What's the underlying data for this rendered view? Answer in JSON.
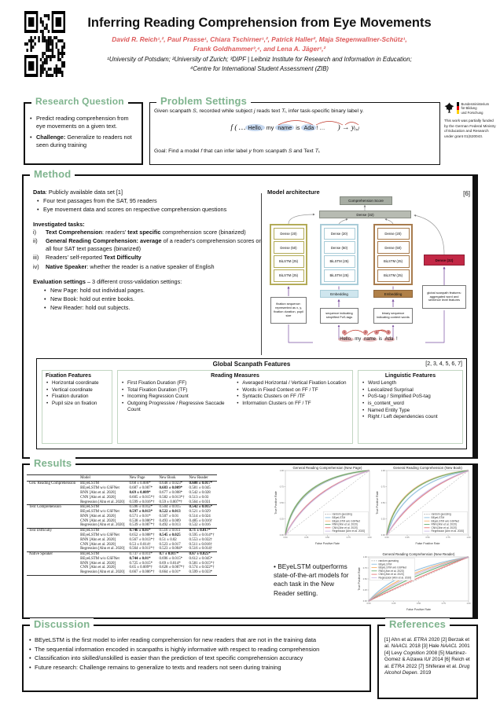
{
  "header": {
    "title": "Inferring Reading Comprehension from Eye Movements",
    "authors_line1": "David R. Reich¹,², Paul Prasse¹, Chiara Tschirner¹,², Patrick Haller², Maja Stegenwallner-Schütz¹,",
    "authors_line2": "Frank Goldhammer³,⁴, and Lena A. Jäger¹,²",
    "affiliations_line1": "¹University of Potsdam; ²University of Zurich; ³DIPF | Leibniz Institute for Research and Information in Education;",
    "affiliations_line2": "⁴Centre for International Student Assessment (ZIB)"
  },
  "research_question": {
    "heading": "Research Question",
    "bullets": [
      [
        {
          "t": "Predict reading comprehension from eye movements on a given text."
        }
      ],
      [
        {
          "t": "Challenge:",
          "b": 1
        },
        {
          "t": " Generalize to readers not seen during training"
        }
      ]
    ]
  },
  "problem_settings": {
    "heading": "Problem Settings",
    "given": [
      {
        "t": "Given scanpath "
      },
      {
        "t": "S",
        "i": 1
      },
      {
        "t": ", recorded while subject "
      },
      {
        "t": "j",
        "i": 1
      },
      {
        "t": " reads text "
      },
      {
        "t": "Tᵢ",
        "i": 1
      },
      {
        "t": ", infer task-specific binary label y."
      }
    ],
    "formula": {
      "pre": "f ( …",
      "w1": "Hello,",
      "mid1": " my ",
      "w2": "name",
      "mid2": " is ",
      "w3": "Ada",
      "tail1": "! …",
      "tail2": ")  →  yᵢ,ⱼ"
    },
    "goal": [
      {
        "t": "Goal: Find a model "
      },
      {
        "t": "f",
        "i": 1
      },
      {
        "t": " that can infer label "
      },
      {
        "t": "y",
        "i": 1
      },
      {
        "t": " from scanpath "
      },
      {
        "t": "S",
        "i": 1
      },
      {
        "t": " and Text "
      },
      {
        "t": "Tᵢ",
        "i": 1
      },
      {
        "t": "."
      }
    ]
  },
  "funding": {
    "ministry": "Bundesministerium\nfür Bildung\nund Forschung",
    "note": "This work was partially funded by the German Federal Ministry of Education and Research under grant 01|S20043."
  },
  "method": {
    "heading": "Method",
    "data_line": [
      {
        "t": "Data",
        "b": 1
      },
      {
        "t": ": Publicly available data set [1]"
      }
    ],
    "data_bullets": [
      "Four text passages from the SAT, 95 readers",
      "Eye movement data and scores on respective comprehension questions"
    ],
    "tasks_label": "Investigated tasks:",
    "tasks": [
      {
        "num": "i)",
        "segs": [
          {
            "t": "Text Comprehension",
            "b": 1
          },
          {
            "t": ": readers' "
          },
          {
            "t": "text specific",
            "b": 1
          },
          {
            "t": " comprehension score (binarized)"
          }
        ]
      },
      {
        "num": "ii)",
        "segs": [
          {
            "t": "General Reading Comprehension: average",
            "b": 1
          },
          {
            "t": " of a reader's comprehension scores on all four SAT text passages (binarized)"
          }
        ]
      },
      {
        "num": "iii)",
        "segs": [
          {
            "t": "Readers' self-reported "
          },
          {
            "t": "Text Difficulty",
            "b": 1
          }
        ]
      },
      {
        "num": "iv)",
        "segs": [
          {
            "t": "Native Speaker",
            "b": 1
          },
          {
            "t": ": whether the reader is a native speaker of English"
          }
        ]
      }
    ],
    "eval_line": [
      {
        "t": "Evaluation settings ",
        "b": 1
      },
      {
        "t": "– 3 different cross-validation settings:"
      }
    ],
    "eval_bullets": [
      "New Page: hold out individual pages.",
      "New Book: hold out entire books.",
      "New Reader: hold out subjects."
    ]
  },
  "arch": {
    "label": "Model architecture",
    "ref": "[6]",
    "comp_score": "Comprehension Score",
    "dense_top": "Dense (32)",
    "stack_layers": [
      "Dense (20)",
      "Dense (50)",
      "BiLSTM (25)",
      "BiLSTM (25)"
    ],
    "embedding": "Embedding",
    "dense_red": "Dense (32)",
    "cap1": "fixation sequence: represented as x, y, fixation duration, pupil size",
    "cap2": "sequence indicating simplified PoS-tags",
    "cap3": "binary sequence indicating content words",
    "cap4": "global scanpath features: aggregated word and sentence level features",
    "sentence_words": [
      {
        "t": "Hello,",
        "h": 1
      },
      {
        "t": " my ",
        "h": 0
      },
      {
        "t": "name",
        "h": 1
      },
      {
        "t": " is ",
        "h": 0
      },
      {
        "t": "Ada",
        "h": 1
      },
      {
        "t": " !",
        "h": 0
      }
    ],
    "fix1": "1",
    "fix2": "2",
    "fix3": "4",
    "fix4": "3"
  },
  "global_features": {
    "title": "Global Scanpath Features",
    "refs": "[2, 3, 4, 5, 6, 7]",
    "fixation": {
      "title": "Fixation Features",
      "items": [
        "Horizontal coordinate",
        "Vertical coordinate",
        "Fixation duration",
        "Pupil size on fixation"
      ]
    },
    "reading": {
      "title": "Reading Measures",
      "col1": [
        "First Fixation Duration (FF)",
        "Total Fixation Duration (TF)",
        "Incoming Regression Count",
        "Outgoing Progressive / Regressive Saccade Count"
      ],
      "col2": [
        "Averaged Horizontal / Vertical Fixation Location",
        "Words in Fixed Context on FF / TF",
        "Syntactic Clusters on FF /TF",
        "Information Clusters on FF / TF"
      ]
    },
    "linguistic": {
      "title": "Linguistic Features",
      "items": [
        "Word Length",
        "Lexicalized Surprisal",
        "PoS-tag / Simplified PoS-tag",
        "is_content_word",
        "Named Entity Type",
        "Right / Left dependencies count"
      ]
    }
  },
  "results": {
    "heading": "Results",
    "note": "BEyeLSTM outperforms state-of-the-art models for each task in the New Reader setting.",
    "table": {
      "headers": [
        "",
        "Model",
        "New Page",
        "New Book",
        "New Reader"
      ],
      "groups": [
        {
          "task": "Gen. Reading Comprehension",
          "rows": [
            {
              "model": "BEyeLSTM",
              "vals": [
                "0.68 ± 0.006*",
                "0.648 ± 0.023*",
                "0.608 ± 0.017*"
              ],
              "bold": [
                0,
                0,
                1
              ]
            },
            {
              "model": "BEyeLSTM w/o GSFNet",
              "vals": [
                "0.687 ± 0.007*",
                "0.683 ± 0.009*",
                "0.581 ± 0.045"
              ],
              "bold": [
                0,
                1,
                0
              ]
            },
            {
              "model": "RNN [Ahn et al. 2020]",
              "vals": [
                "0.69 ± 0.009*",
                "0.677 ± 0.008*",
                "0.542 ± 0.028"
              ],
              "bold": [
                1,
                0,
                0
              ]
            },
            {
              "model": "CNN [Ahn et al. 2020]",
              "vals": [
                "0.605 ± 0.015*†",
                "0.582 ± 0.013*†",
                "0.513 ± 0.03"
              ],
              "bold": [
                0,
                0,
                0
              ]
            },
            {
              "model": "Regression [Ahn et al. 2020]",
              "vals": [
                "0.599 ± 0.016*†",
                "0.59 ± 0.007*†",
                "0.564 ± 0.031"
              ],
              "bold": [
                0,
                0,
                0
              ]
            }
          ]
        },
        {
          "task": "Text Comprehension",
          "rows": [
            {
              "model": "BEyeLSTM",
              "vals": [
                "0.596 ± 0.012*",
                "0.504 ± 0.015",
                "0.542 ± 0.015*"
              ],
              "bold": [
                0,
                0,
                1
              ]
            },
            {
              "model": "BEyeLSTM w/o GSFNet",
              "vals": [
                "0.597 ± 0.013*",
                "0.522 ± 0.013",
                "0.521 ± 0.029"
              ],
              "bold": [
                1,
                1,
                0
              ]
            },
            {
              "model": "RNN [Ahn et al. 2020]",
              "vals": [
                "0.571 ± 0.01*",
                "0.507 ± 0.01",
                "0.514 ± 0.024"
              ],
              "bold": [
                0,
                0,
                0
              ]
            },
            {
              "model": "CNN [Ahn et al. 2020]",
              "vals": [
                "0.538 ± 0.006*†",
                "0.493 ± 0.009",
                "0.485 ± 0.016†"
              ],
              "bold": [
                0,
                0,
                0
              ]
            },
            {
              "model": "Regression [Ahn et al. 2020]",
              "vals": [
                "0.539 ± 0.007*†",
                "0.492 ± 0.013",
                "0.532 ± 0.016"
              ],
              "bold": [
                0,
                0,
                0
              ]
            }
          ]
        },
        {
          "task": "Text Difficulty",
          "rows": [
            {
              "model": "BEyeLSTM",
              "vals": [
                "0.746 ± 0.01*",
                "0.516 ± 0.011",
                "0.71 ± 0.017*"
              ],
              "bold": [
                1,
                0,
                1
              ]
            },
            {
              "model": "BEyeLSTM w/o GSFNet",
              "vals": [
                "0.652 ± 0.008*†",
                "0.545 ± 0.025",
                "0.595 ± 0.014*†"
              ],
              "bold": [
                0,
                1,
                0
              ]
            },
            {
              "model": "RNN [Ahn et al. 2020]",
              "vals": [
                "0.567 ± 0.013*†",
                "0.51 ± 0.02",
                "0.553 ± 0.032†"
              ],
              "bold": [
                0,
                0,
                0
              ]
            },
            {
              "model": "CNN [Ahn et al. 2020]",
              "vals": [
                "0.53 ± 0.014†",
                "0.523 ± 0.017",
                "0.511 ± 0.016†"
              ],
              "bold": [
                0,
                0,
                0
              ]
            },
            {
              "model": "Regression [Ahn et al. 2020]",
              "vals": [
                "0.564 ± 0.011*†",
                "0.523 ± 0.004*",
                "0.516 ± 0.014†"
              ],
              "bold": [
                0,
                0,
                0
              ]
            }
          ]
        },
        {
          "task": "Native Speaker",
          "rows": [
            {
              "model": "BEyeLSTM",
              "vals": [
                "0.737 ± 0.011*",
                "0.7 ± 0.017*",
                "0.67 ± 0.025*"
              ],
              "bold": [
                0,
                1,
                1
              ]
            },
            {
              "model": "BEyeLSTM w/o GSFNet",
              "vals": [
                "0.744 ± 0.01*",
                "0.696 ± 0.015*",
                "0.612 ± 0.045*"
              ],
              "bold": [
                1,
                0,
                0
              ]
            },
            {
              "model": "RNN [Ahn et al. 2020]",
              "vals": [
                "0.725 ± 0.015*",
                "0.69 ± 0.014*",
                "0.581 ± 0.015*†"
              ],
              "bold": [
                0,
                0,
                0
              ]
            },
            {
              "model": "CNN [Ahn et al. 2020]",
              "vals": [
                "0.65 ± 0.009*†",
                "0.628 ± 0.007*†",
                "0.574 ± 0.022*†"
              ],
              "bold": [
                0,
                0,
                0
              ]
            },
            {
              "model": "Regression [Ahn et al. 2020]",
              "vals": [
                "0.667 ± 0.006*†",
                "0.664 ± 0.01*",
                "0.599 ± 0.033*"
              ],
              "bold": [
                0,
                0,
                0
              ]
            }
          ]
        }
      ]
    }
  },
  "chart_data": [
    {
      "type": "line",
      "title": "General Reading Comprehension (New Page)",
      "xlabel": "False Positive Rate",
      "ylabel": "True Positive Rate",
      "xlim": [
        0,
        1
      ],
      "ylim": [
        0,
        1
      ],
      "grid": false,
      "legend_position": "lower right",
      "series": [
        {
          "name": "random guessing",
          "auc": 0.5,
          "color": "#999999",
          "dash": true
        },
        {
          "name": "BEyeLSTM",
          "auc": 0.68,
          "color": "#7eb3d8"
        },
        {
          "name": "BEyeLSTM w/o GSFNet",
          "auc": 0.687,
          "color": "#f4a95c"
        },
        {
          "name": "RNN [Ahn et al. 2020]",
          "auc": 0.69,
          "color": "#57a664"
        },
        {
          "name": "CNN [Ahn et al. 2020]",
          "auc": 0.605,
          "color": "#e26868"
        },
        {
          "name": "Regression [Ahn et al. 2020]",
          "auc": 0.599,
          "color": "#c3b1e1"
        }
      ]
    },
    {
      "type": "line",
      "title": "General Reading Comprehension (New Book)",
      "xlabel": "False Positive Rate",
      "ylabel": "True Positive Rate",
      "xlim": [
        0,
        1
      ],
      "ylim": [
        0,
        1
      ],
      "grid": false,
      "legend_position": "lower right",
      "series": [
        {
          "name": "random guessing",
          "auc": 0.5,
          "color": "#999999",
          "dash": true
        },
        {
          "name": "BEyeLSTM",
          "auc": 0.648,
          "color": "#7eb3d8"
        },
        {
          "name": "BEyeLSTM w/o GSFNet",
          "auc": 0.683,
          "color": "#f4a95c"
        },
        {
          "name": "RNN [Ahn et al. 2020]",
          "auc": 0.677,
          "color": "#57a664"
        },
        {
          "name": "CNN [Ahn et al. 2020]",
          "auc": 0.582,
          "color": "#e26868"
        },
        {
          "name": "Regression [Ahn et al. 2020]",
          "auc": 0.59,
          "color": "#c3b1e1"
        }
      ]
    },
    {
      "type": "line",
      "title": "General Reading Comprehension (New Reader)",
      "xlabel": "False Positive Rate",
      "ylabel": "True Positive Rate",
      "xlim": [
        0,
        1
      ],
      "ylim": [
        0,
        1
      ],
      "grid": false,
      "legend_position": "upper left",
      "series": [
        {
          "name": "random guessing",
          "auc": 0.5,
          "color": "#999999",
          "dash": true
        },
        {
          "name": "BEyeLSTM",
          "auc": 0.608,
          "color": "#7eb3d8"
        },
        {
          "name": "BEyeLSTM w/o GSFNet",
          "auc": 0.581,
          "color": "#f4a95c"
        },
        {
          "name": "RNN [Ahn et al. 2020]",
          "auc": 0.542,
          "color": "#57a664"
        },
        {
          "name": "CNN [Ahn et al. 2020]",
          "auc": 0.513,
          "color": "#e26868"
        },
        {
          "name": "Regression [Ahn et al. 2020]",
          "auc": 0.564,
          "color": "#c3b1e1"
        }
      ]
    }
  ],
  "discussion": {
    "heading": "Discussion",
    "bullets": [
      "BEyeLSTM is the first model to infer reading comprehension for new readers that are not in the training data",
      "The sequential information encoded in scanpaths is highly informative with respect to reading comprehension",
      "Classification into skilled/unskilled is easier than the prediction of text specific comprehension accuracy",
      "Future research: Challenge remains to generalize to texts and readers not seen during training"
    ]
  },
  "references": {
    "heading": "References",
    "text": [
      {
        "t": "[1] Ahn et al.  "
      },
      {
        "t": "ETRA",
        "i": 1
      },
      {
        "t": " 2020 [2] Berzak et al.  "
      },
      {
        "t": "NAACL",
        "i": 1
      },
      {
        "t": " 2018 [3] Hale "
      },
      {
        "t": "NAACL",
        "i": 1
      },
      {
        "t": " 2001 [4] Levy "
      },
      {
        "t": "Cognition",
        "i": 1
      },
      {
        "t": " 2008 [5] Martinez-Gomez & Aizawa "
      },
      {
        "t": "IUI",
        "i": 1
      },
      {
        "t": " 2014 [6] Reich et al.  "
      },
      {
        "t": "ETRA",
        "i": 1
      },
      {
        "t": " 2022 [7] Shiferaw et al. "
      },
      {
        "t": "Drug Alcohol Depen.",
        "i": 1
      },
      {
        "t": " 2019"
      }
    ]
  }
}
